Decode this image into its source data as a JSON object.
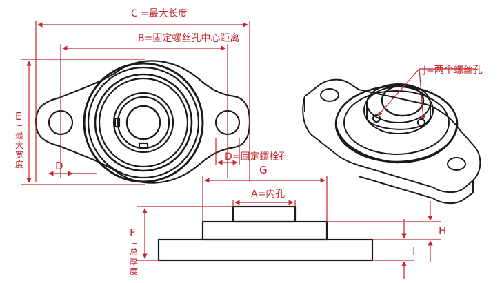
{
  "colors": {
    "annotation": "#c4262e",
    "outline": "#1a1a1a",
    "background": "#ffffff"
  },
  "labels": {
    "C": "C =最大长度",
    "B": "B=固定螺丝孔中心距离",
    "E_letter": "E",
    "E_text": [
      "=",
      "最",
      "大",
      "宽",
      "度"
    ],
    "D_left": "D",
    "D_right": "D=固定螺栓孔",
    "G": "G",
    "A": "A=内孔",
    "F_letter": "F",
    "F_text": [
      "=",
      "总",
      "厚",
      "度"
    ],
    "H": "H",
    "I": "I",
    "J": "J=两个螺丝孔"
  }
}
